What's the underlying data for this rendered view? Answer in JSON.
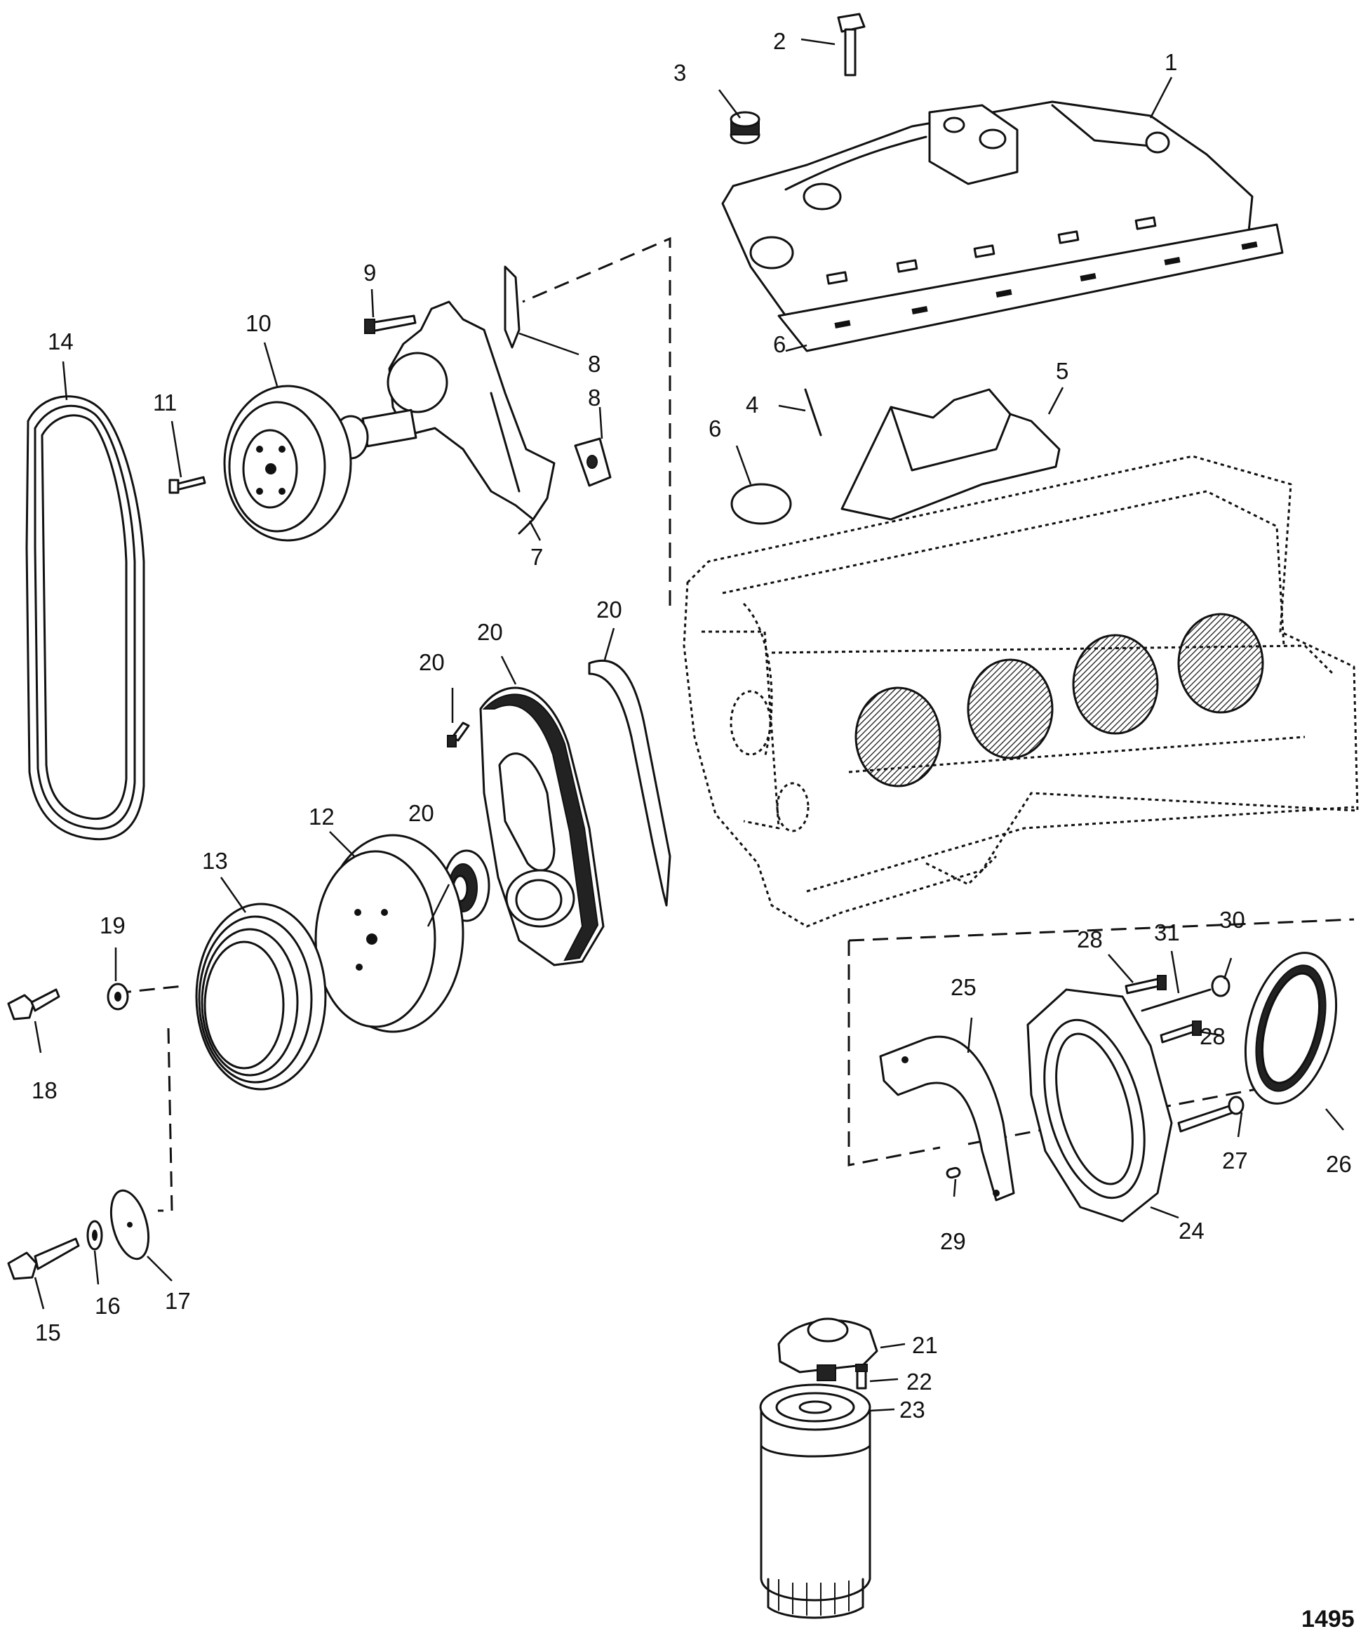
{
  "figure_number": "1495",
  "callouts": {
    "c1": "1",
    "c2": "2",
    "c3": "3",
    "c4": "4",
    "c5": "5",
    "c6a": "6",
    "c6b": "6",
    "c7": "7",
    "c8a": "8",
    "c8b": "8",
    "c9": "9",
    "c10": "10",
    "c11": "11",
    "c12": "12",
    "c13": "13",
    "c14": "14",
    "c15": "15",
    "c16": "16",
    "c17": "17",
    "c18": "18",
    "c19": "19",
    "c20a": "20",
    "c20b": "20",
    "c20c": "20",
    "c20d": "20",
    "c21": "21",
    "c22": "22",
    "c23": "23",
    "c24": "24",
    "c25": "25",
    "c26": "26",
    "c27": "27",
    "c28a": "28",
    "c28b": "28",
    "c29": "29",
    "c30": "30",
    "c31": "31"
  }
}
